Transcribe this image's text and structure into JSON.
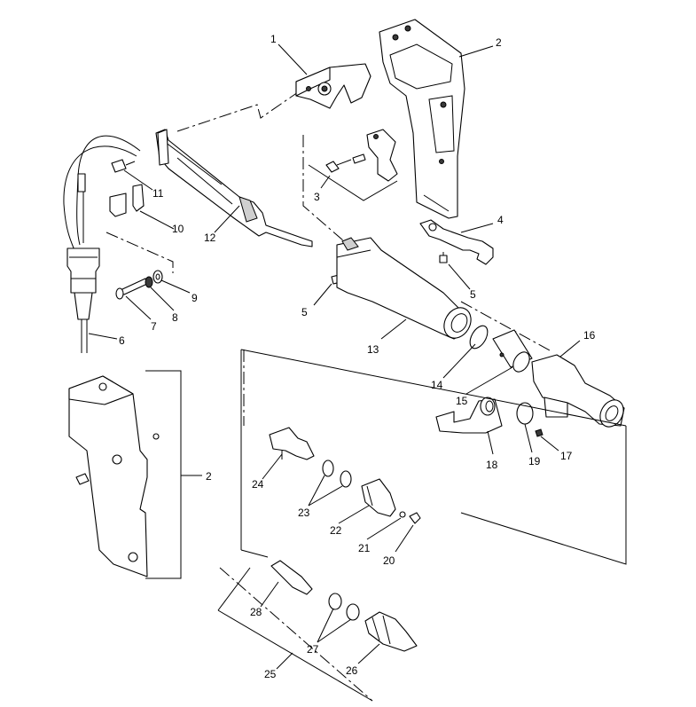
{
  "callouts": [
    {
      "id": "c1",
      "label": "1"
    },
    {
      "id": "c2a",
      "label": "2"
    },
    {
      "id": "c2b",
      "label": "2"
    },
    {
      "id": "c3",
      "label": "3"
    },
    {
      "id": "c4",
      "label": "4"
    },
    {
      "id": "c5a",
      "label": "5"
    },
    {
      "id": "c5b",
      "label": "5"
    },
    {
      "id": "c6",
      "label": "6"
    },
    {
      "id": "c7",
      "label": "7"
    },
    {
      "id": "c8",
      "label": "8"
    },
    {
      "id": "c9",
      "label": "9"
    },
    {
      "id": "c10",
      "label": "10"
    },
    {
      "id": "c11",
      "label": "11"
    },
    {
      "id": "c12",
      "label": "12"
    },
    {
      "id": "c13",
      "label": "13"
    },
    {
      "id": "c14",
      "label": "14"
    },
    {
      "id": "c15",
      "label": "15"
    },
    {
      "id": "c16",
      "label": "16"
    },
    {
      "id": "c17",
      "label": "17"
    },
    {
      "id": "c18",
      "label": "18"
    },
    {
      "id": "c19",
      "label": "19"
    },
    {
      "id": "c20",
      "label": "20"
    },
    {
      "id": "c21",
      "label": "21"
    },
    {
      "id": "c22",
      "label": "22"
    },
    {
      "id": "c23",
      "label": "23"
    },
    {
      "id": "c24",
      "label": "24"
    },
    {
      "id": "c25",
      "label": "25"
    },
    {
      "id": "c26",
      "label": "26"
    },
    {
      "id": "c27",
      "label": "27"
    },
    {
      "id": "c28",
      "label": "28"
    }
  ]
}
